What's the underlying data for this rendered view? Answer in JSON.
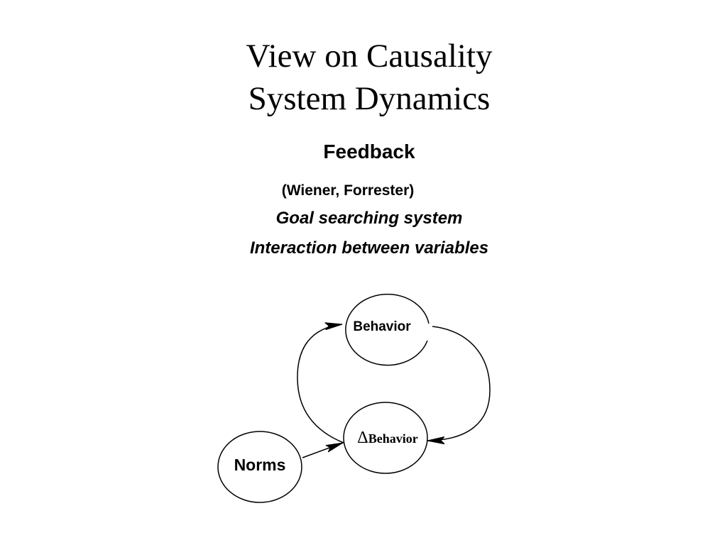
{
  "slide": {
    "title_line_1": "View on Causality",
    "title_line_2": "System Dynamics",
    "heading": "Feedback",
    "authors": "(Wiener, Forrester)",
    "point_1": "Goal searching system",
    "point_2": "Interaction between variables"
  },
  "diagram": {
    "nodes": {
      "behavior": "Behavior",
      "delta_symbol": "Δ",
      "delta_behavior": "Behavior",
      "norms": "Norms"
    }
  }
}
